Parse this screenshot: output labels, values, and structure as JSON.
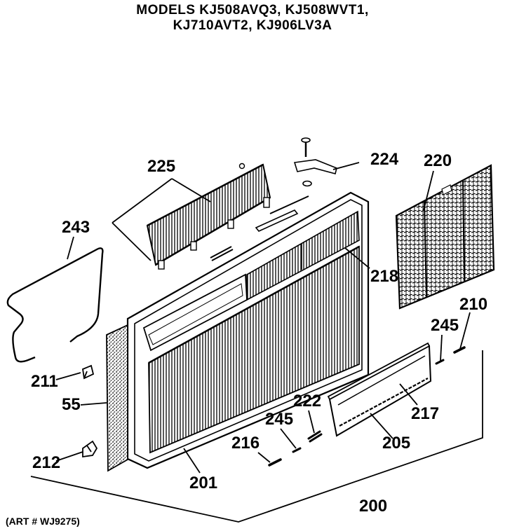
{
  "header": {
    "line1": "MODELS KJ508AVQ3, KJ508WVT1,",
    "line2": "KJ710AVT2, KJ906LV3A"
  },
  "labels": {
    "p200": "200",
    "p201": "201",
    "p205": "205",
    "p210": "210",
    "p211": "211",
    "p212": "212",
    "p216": "216",
    "p217": "217",
    "p218": "218",
    "p220": "220",
    "p222": "222",
    "p224": "224",
    "p225": "225",
    "p243": "243",
    "p245a": "245",
    "p245b": "245",
    "p55": "55"
  },
  "art_number": "(ART # WJ9275)"
}
